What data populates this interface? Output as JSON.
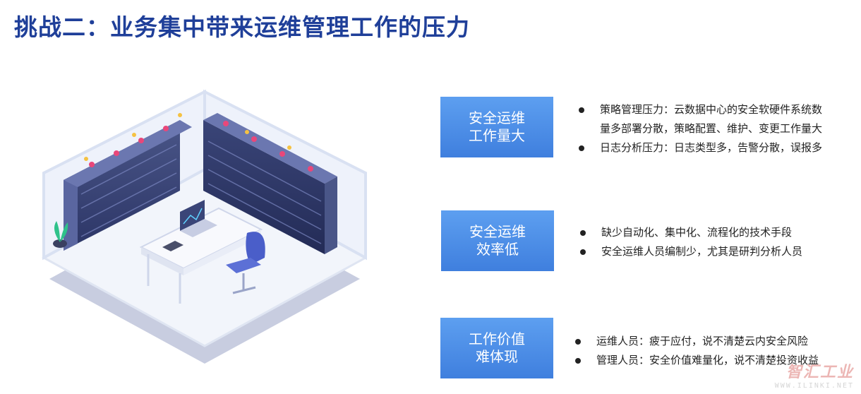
{
  "title": "挑战二：业务集中带来运维管理工作的压力",
  "challenges": [
    {
      "label_lines": [
        "安全运维",
        "工作量大"
      ],
      "bullets": [
        [
          "策略管理压力：云数据中心的安全软硬件系统数",
          "量多部署分散，策略配置、维护、变更工作量大"
        ],
        [
          "日志分析压力：日志类型多，告警分散，误报多"
        ]
      ]
    },
    {
      "label_lines": [
        "安全运维",
        "效率低"
      ],
      "bullets": [
        [
          "缺少自动化、集中化、流程化的技术手段"
        ],
        [
          "安全运维人员编制少，尤其是研判分析人员"
        ]
      ]
    },
    {
      "label_lines": [
        "工作价值",
        "难体现"
      ],
      "bullets": [
        [
          "运维人员：疲于应付，说不清楚云内安全风险"
        ],
        [
          "管理人员：安全价值难量化，说不清楚投资收益"
        ]
      ]
    }
  ],
  "watermark": {
    "main": "智汇工业",
    "url": "WWW.ILINKI.NET"
  },
  "colors": {
    "title": "#1f3f99",
    "box_top": "#5d9ff0",
    "box_bottom": "#3f7fde"
  }
}
